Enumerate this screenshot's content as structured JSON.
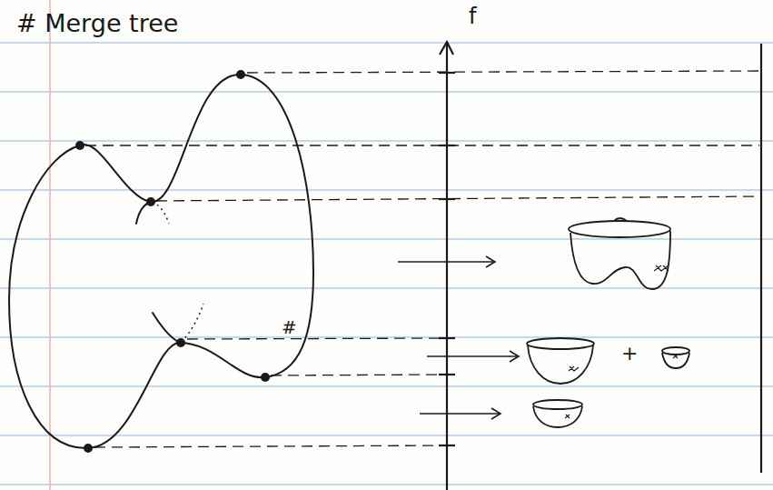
{
  "diagram": {
    "title": "# Merge tree",
    "labels": [
      "f",
      "#",
      "+"
    ]
  }
}
